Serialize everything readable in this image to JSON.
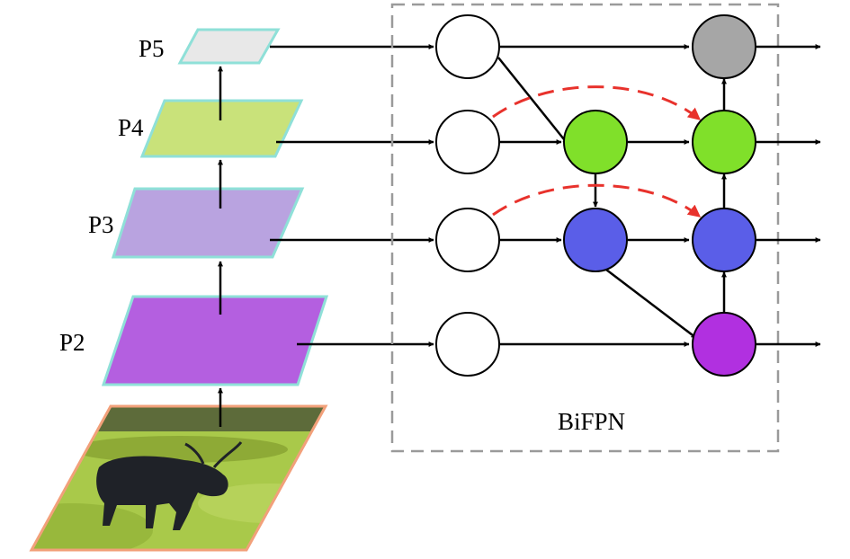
{
  "pyramid": {
    "levels": [
      {
        "label": "P5",
        "fill": "#e8e8e8",
        "border": "#8fe0d8"
      },
      {
        "label": "P4",
        "fill": "#c9e27a",
        "border": "#8fe0d8"
      },
      {
        "label": "P3",
        "fill": "#b9a3e0",
        "border": "#8fe0d8"
      },
      {
        "label": "P2",
        "fill": "#b45fe0",
        "border": "#8fe0d8"
      }
    ],
    "input_image": {
      "subject": "yak-on-grassland",
      "border": "#f2a07a"
    }
  },
  "bifpn": {
    "label": "BiFPN",
    "box_border": "#9a9a9a",
    "colors": {
      "input": "#ffffff",
      "p5_out": "#a6a6a6",
      "p4": "#80e02a",
      "p3": "#5a5ee8",
      "p2_out": "#b130e0",
      "skip": "#e8322c"
    }
  }
}
